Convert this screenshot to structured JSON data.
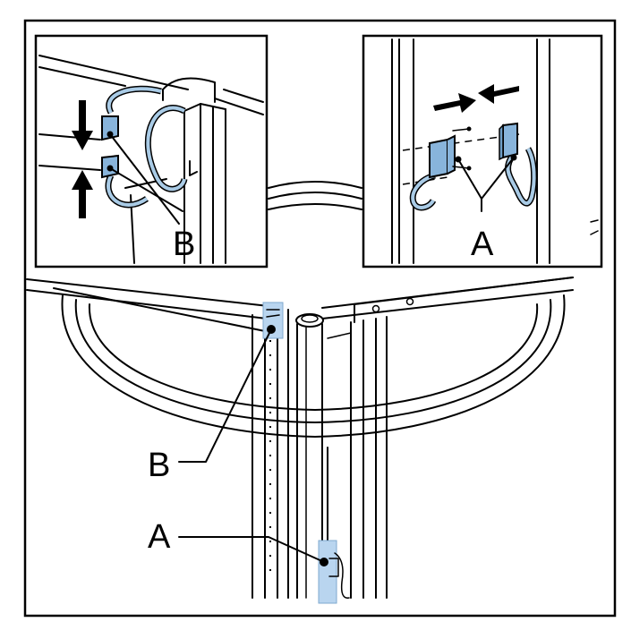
{
  "colors": {
    "line": "#000000",
    "background": "#ffffff",
    "cable_fill": "#a9cbe6",
    "connector_fill": "#88b4db",
    "highlight_fill": "#b9d5ef"
  },
  "labels": {
    "inset_left": "B",
    "inset_right": "A",
    "main_b": "B",
    "main_a": "A"
  },
  "icons": {
    "inset_left_arrows": "vertical-push-arrows",
    "inset_right_arrows": "horizontal-push-arrows"
  }
}
